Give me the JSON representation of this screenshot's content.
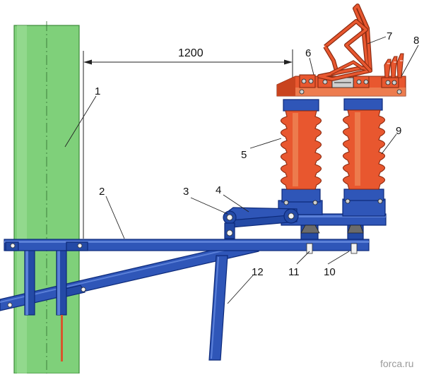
{
  "dimension": {
    "label": "1200"
  },
  "callouts": [
    {
      "id": "1",
      "label": "1"
    },
    {
      "id": "2",
      "label": "2"
    },
    {
      "id": "3",
      "label": "3"
    },
    {
      "id": "4",
      "label": "4"
    },
    {
      "id": "5",
      "label": "5"
    },
    {
      "id": "6",
      "label": "6"
    },
    {
      "id": "7",
      "label": "7"
    },
    {
      "id": "8",
      "label": "8"
    },
    {
      "id": "9",
      "label": "9"
    },
    {
      "id": "10",
      "label": "10"
    },
    {
      "id": "11",
      "label": "11"
    },
    {
      "id": "12",
      "label": "12"
    }
  ],
  "watermark": {
    "text": "forca.ru"
  },
  "colors": {
    "pole": "#7fd07a",
    "steel": "#2f56b8",
    "insulator": "#e8572f"
  }
}
